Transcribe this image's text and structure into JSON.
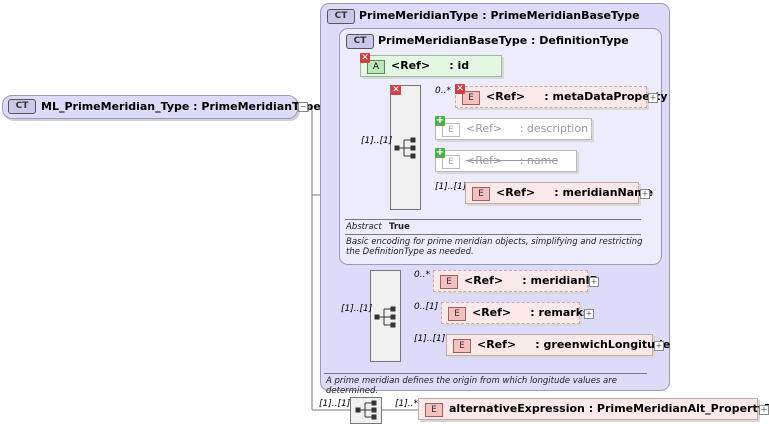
{
  "root": {
    "badge": "CT",
    "label": "ML_PrimeMeridian_Type : PrimeMeridianType"
  },
  "outer_type": {
    "badge": "CT",
    "label": "PrimeMeridianType : PrimeMeridianBaseType",
    "note": "A prime meridian defines the origin from which longitude values are determined."
  },
  "inner_type": {
    "badge": "CT",
    "label": "PrimeMeridianBaseType : DefinitionType",
    "abstract_label": "Abstract",
    "abstract_value": "True",
    "note": "Basic encoding for prime meridian objects, simplifying and restricting the DefinitionType as needed."
  },
  "attribute_id": {
    "tag": "A",
    "label": "<Ref>     : id"
  },
  "elements_inner": [
    {
      "card": "0..*",
      "label": "<Ref>     : metaDataProperty"
    },
    {
      "card": "",
      "label": "<Ref>     : description"
    },
    {
      "card": "",
      "label": "<Ref>     : name"
    },
    {
      "card": "[1]..[1]",
      "label": "<Ref>     : meridianName"
    }
  ],
  "inner_seq_card": "[1]..[1]",
  "elements_outer": [
    {
      "card": "0..*",
      "label": "<Ref>     : meridianID"
    },
    {
      "card": "0..[1]",
      "label": "<Ref>     : remarks"
    },
    {
      "card": "[1]..[1]",
      "label": "<Ref>     : greenwichLongitude"
    }
  ],
  "outer_seq_card": "[1]..[1]",
  "root_seq_card": "[1]..[1]",
  "alt": {
    "card": "[1]..*",
    "label": "alternativeExpression : PrimeMeridianAlt_PropertyType"
  },
  "element_tag": "E"
}
